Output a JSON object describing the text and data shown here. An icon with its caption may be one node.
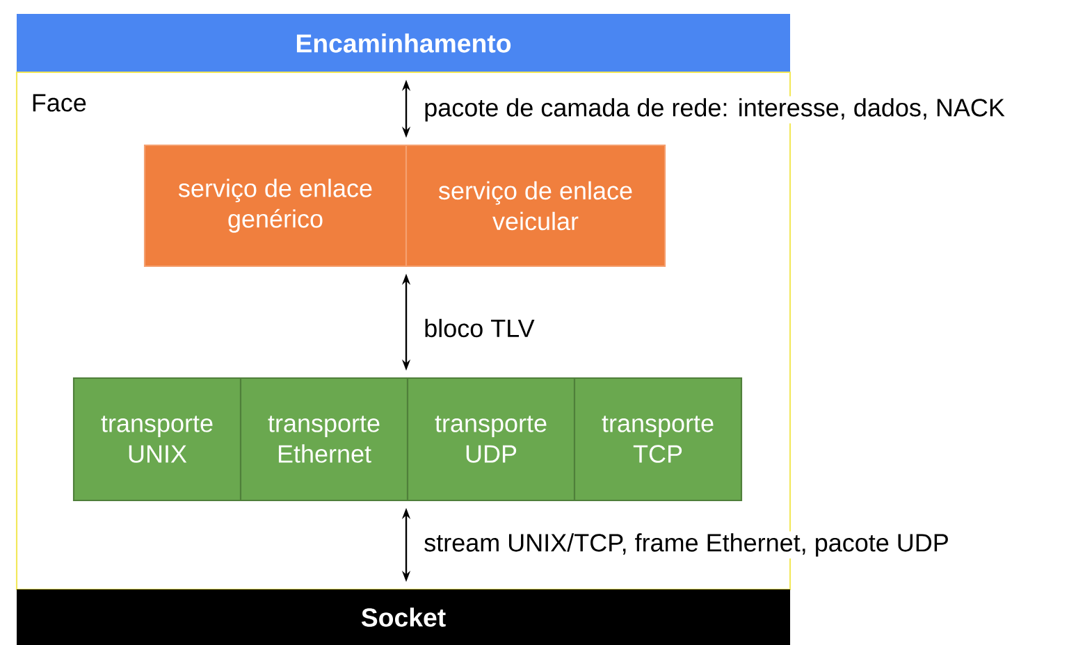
{
  "diagram": {
    "nodes": [
      {
        "text": [
          "Encaminhamento"
        ]
      },
      {
        "text": [
          "Face"
        ]
      },
      {
        "text": [
          "serviço de enlace genérico"
        ],
        "in": 1
      },
      {
        "text": [
          "serviço de enlace veicular"
        ],
        "in": 1
      },
      {
        "text": [
          "transporte UNIX"
        ],
        "in": 1
      },
      {
        "text": [
          "transporte Ethernet"
        ],
        "in": 1
      },
      {
        "text": [
          "transporte UDP"
        ],
        "in": 1
      },
      {
        "text": [
          "transporte TCP"
        ],
        "in": 1
      },
      {
        "text": [
          "Socket"
        ]
      }
    ],
    "edges": [
      {
        "from": 0,
        "to": 2,
        "arrow": "both",
        "label": "pacote de camada de rede: interesse, dados, NACK"
      },
      {
        "from": 2,
        "to": 5,
        "arrow": "both",
        "label": "bloco TLV"
      },
      {
        "from": 5,
        "to": 8,
        "arrow": "both",
        "label": "stream UNIX/TCP, frame Ethernet, pacote UDP"
      }
    ]
  }
}
